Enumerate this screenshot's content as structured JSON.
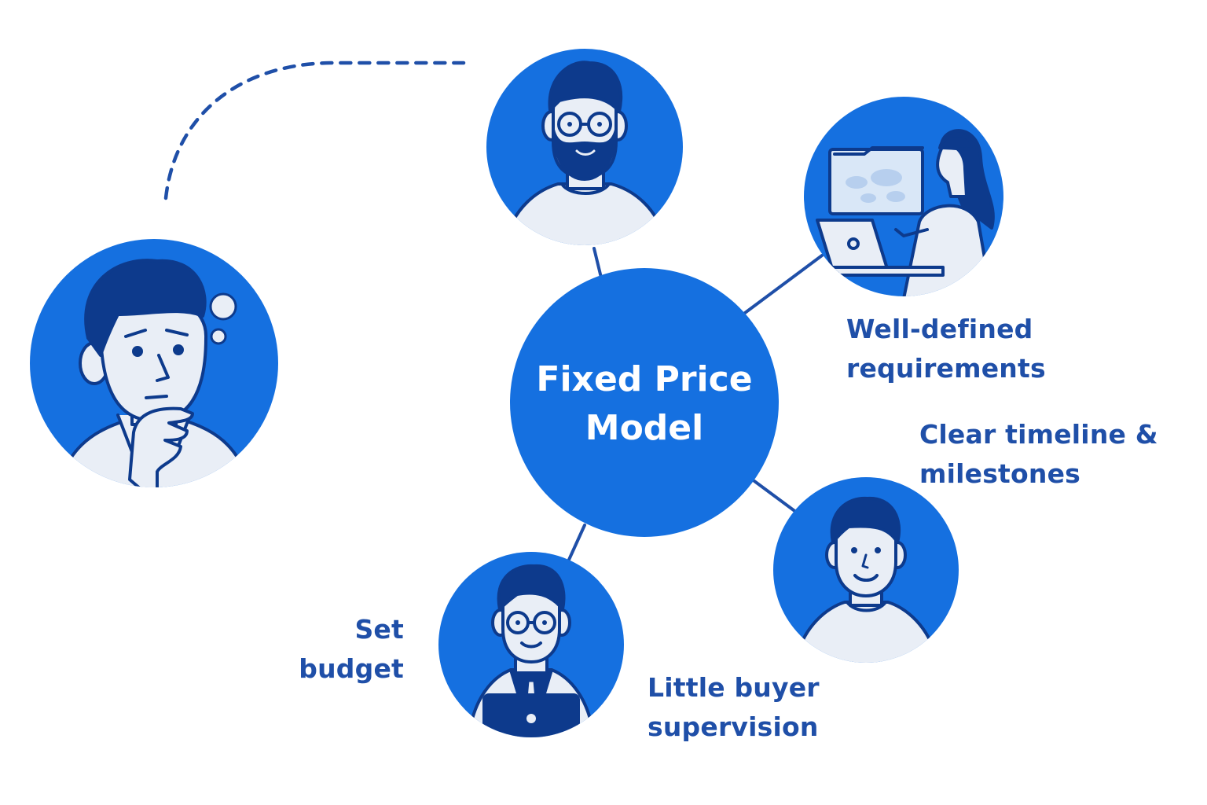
{
  "colors": {
    "primary": "#1570e0",
    "dark": "#0d3a8c",
    "light": "#e9eef6",
    "label": "#1f4fa8",
    "white": "#ffffff"
  },
  "center": {
    "title_line1": "Fixed Price",
    "title_line2": "Model"
  },
  "labels": {
    "requirements_line1": "Well-defined",
    "requirements_line2": "requirements",
    "timeline_line1": "Clear timeline &",
    "timeline_line2": "milestones",
    "budget_line1": "Set",
    "budget_line2": "budget",
    "supervision_line1": "Little buyer",
    "supervision_line2": "supervision"
  },
  "icons": [
    "thinking-person-icon",
    "bearded-man-glasses-icon",
    "woman-laptop-icon",
    "smiling-man-icon",
    "developer-laptop-icon"
  ]
}
